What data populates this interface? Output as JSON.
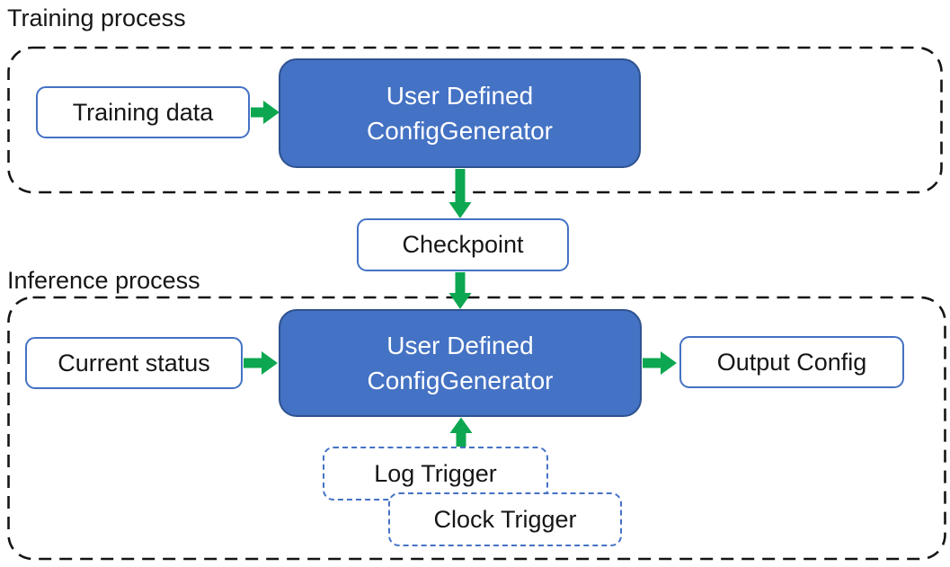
{
  "colors": {
    "generator_fill": "#4472C4",
    "generator_border": "#2F528F",
    "io_box_border": "#4472C4",
    "trigger_border": "#4472C4",
    "arrow_green": "#0CA750",
    "container_dash": "#141414"
  },
  "training": {
    "label": "Training process",
    "input_box": "Training data",
    "generator": {
      "line1": "User Defined",
      "line2": "ConfigGenerator"
    }
  },
  "checkpoint": {
    "label": "Checkpoint"
  },
  "inference": {
    "label": "Inference process",
    "input_box": "Current status",
    "generator": {
      "line1": "User Defined",
      "line2": "ConfigGenerator"
    },
    "output_box": "Output Config",
    "triggers": {
      "log": "Log Trigger",
      "clock": "Clock Trigger"
    }
  }
}
